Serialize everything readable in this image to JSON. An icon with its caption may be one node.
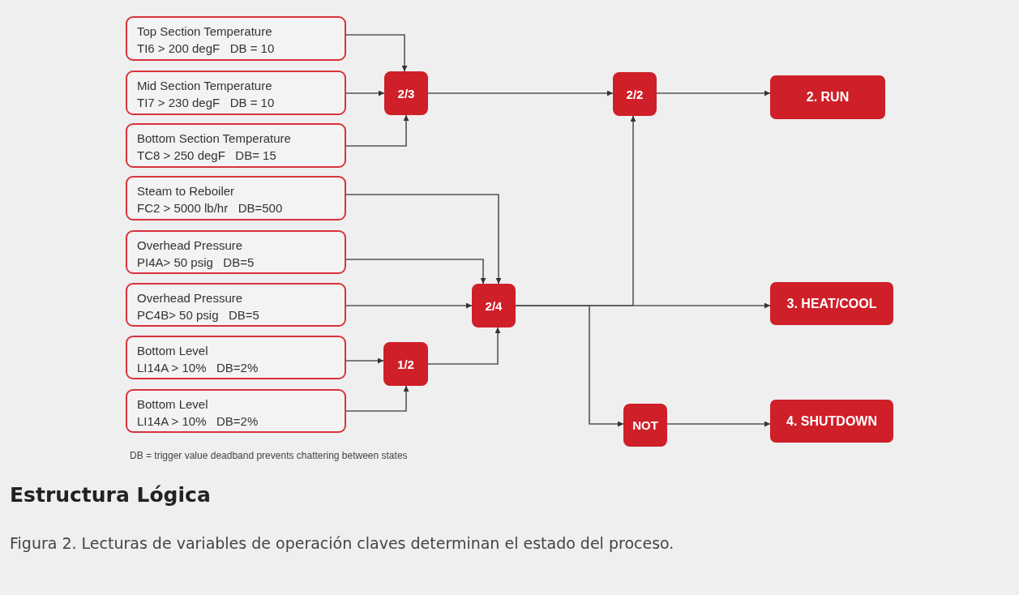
{
  "diagram": {
    "title": "Estructura Lógica",
    "caption": "Figura 2. Lecturas de variables de operación claves determinan el estado del proceso.",
    "nodes": [
      {
        "text": [
          "Top Section Temperature",
          "TI6 > 200 degF   DB = 10"
        ]
      },
      {
        "text": [
          "Mid Section Temperature",
          "TI7 > 230 degF   DB = 10"
        ]
      },
      {
        "text": [
          "Bottom Section Temperature",
          "TC8 > 250 degF   DB= 15"
        ]
      },
      {
        "text": [
          "Steam to Reboiler",
          "FC2 > 5000 lb/hr   DB=500"
        ]
      },
      {
        "text": [
          "Overhead Pressure",
          "PI4A> 50 psig   DB=5"
        ]
      },
      {
        "text": [
          "Overhead Pressure",
          "PC4B> 50 psig   DB=5"
        ]
      },
      {
        "text": [
          "Bottom Level",
          "LI14A > 10%   DB=2%"
        ]
      },
      {
        "text": [
          "Bottom Level",
          "LI14A > 10%   DB=2%"
        ]
      },
      {
        "text": [
          "2/3"
        ]
      },
      {
        "text": [
          "2/2"
        ]
      },
      {
        "text": [
          "2. RUN"
        ]
      },
      {
        "text": [
          "2/4"
        ]
      },
      {
        "text": [
          "1/2"
        ]
      },
      {
        "text": [
          "3. HEAT/COOL"
        ]
      },
      {
        "text": [
          "NOT"
        ]
      },
      {
        "text": [
          "4. SHUTDOWN"
        ]
      }
    ],
    "edges": [
      {
        "from": 0,
        "to": 8,
        "arrow": "to"
      },
      {
        "from": 1,
        "to": 8,
        "arrow": "to"
      },
      {
        "from": 2,
        "to": 8,
        "arrow": "to"
      },
      {
        "from": 8,
        "to": 9,
        "arrow": "to"
      },
      {
        "from": 9,
        "to": 10,
        "arrow": "to"
      },
      {
        "from": 3,
        "to": 11,
        "arrow": "to"
      },
      {
        "from": 4,
        "to": 11,
        "arrow": "to"
      },
      {
        "from": 5,
        "to": 11,
        "arrow": "to"
      },
      {
        "from": 6,
        "to": 12,
        "arrow": "to"
      },
      {
        "from": 7,
        "to": 12,
        "arrow": "to"
      },
      {
        "from": 12,
        "to": 11,
        "arrow": "to"
      },
      {
        "from": 11,
        "to": 9,
        "arrow": "to"
      },
      {
        "from": 11,
        "to": 13,
        "arrow": "to"
      },
      {
        "from": 11,
        "to": 14,
        "arrow": "to"
      },
      {
        "from": 14,
        "to": 15,
        "arrow": "to"
      }
    ],
    "labels": [
      "DB = trigger value deadband prevents chattering between states"
    ]
  }
}
